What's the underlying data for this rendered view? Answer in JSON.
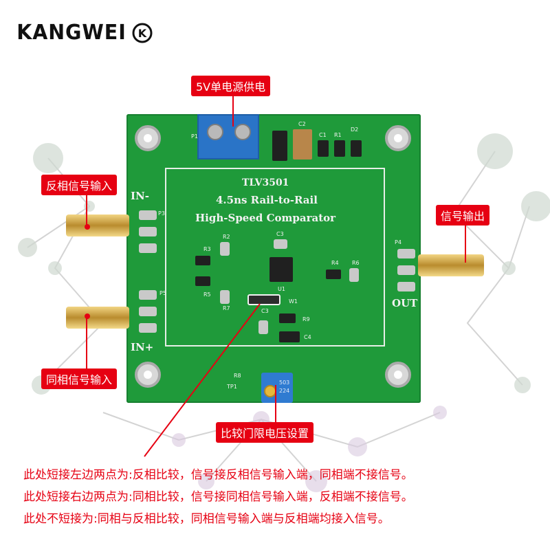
{
  "brand": {
    "name": "KANGWEI",
    "logo_mark": "K"
  },
  "board": {
    "chip_name": "TLV3501",
    "title_line1": "4.5ns Rail-to-Rail",
    "title_line2": "High-Speed Comparator",
    "label_in_minus": "IN-",
    "label_in_plus": "IN+",
    "label_out": "OUT",
    "silk": {
      "p1": "P1",
      "p3": "P3",
      "p4": "P4",
      "p5": "P5",
      "c1": "C1",
      "c2": "C2",
      "c3": "C3",
      "c4": "C4",
      "r1": "R1",
      "r2": "R2",
      "r3": "R3",
      "r4": "R4",
      "r5": "R5",
      "r6": "R6",
      "r7": "R7",
      "r8": "R8",
      "r9": "R9",
      "d2": "D2",
      "u1": "U1",
      "w1": "W1",
      "tp1": "TP1",
      "pot_code1": "503",
      "pot_code2": "224"
    }
  },
  "callouts": {
    "power": "5V单电源供电",
    "inverting_input": "反相信号输入",
    "signal_output": "信号输出",
    "noninverting_input": "同相信号输入",
    "threshold": "比较门限电压设置"
  },
  "notes": [
    "此处短接左边两点为:反相比较，信号接反相信号输入端，同相端不接信号。",
    "此处短接右边两点为:同相比较，信号接同相信号输入端，反相端不接信号。",
    "此处不短接为:同相与反相比较，同相信号输入端与反相端均接入信号。"
  ],
  "colors": {
    "accent_red": "#e60012",
    "pcb_green": "#1f9a3a",
    "terminal_blue": "#2a74c7",
    "connector_gold": "#d6ad4f"
  }
}
